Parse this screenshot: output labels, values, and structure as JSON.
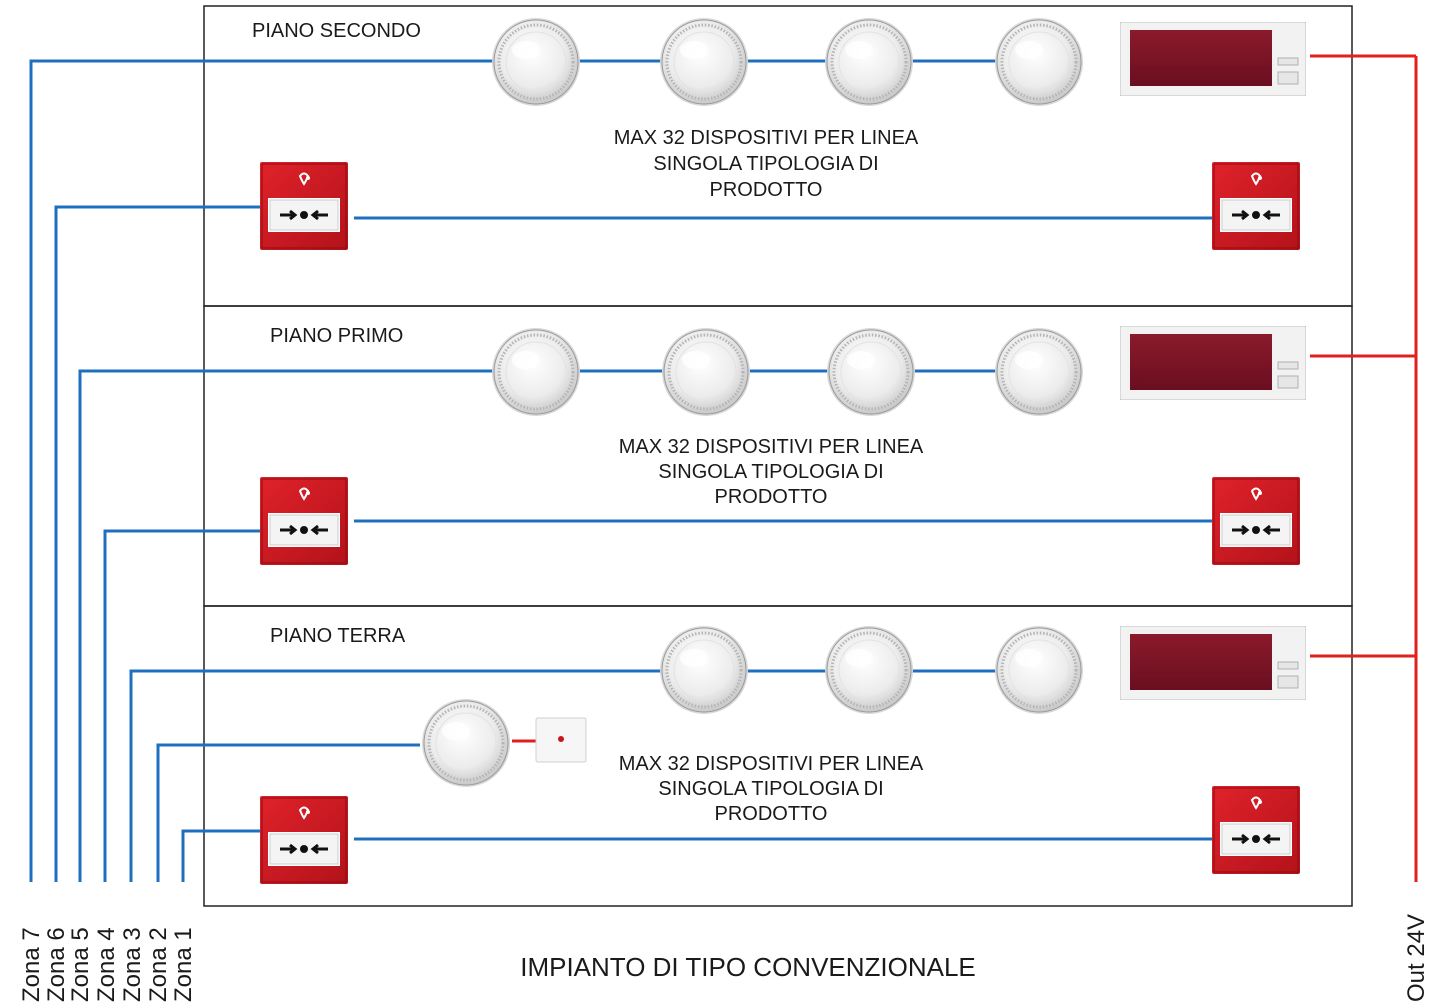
{
  "colors": {
    "bus_line": "#1f6fc0",
    "power_line": "#e0201c",
    "frame": "#222222",
    "call_point_red": "#c8161d",
    "panel_red": "#7d1226"
  },
  "floors": [
    {
      "label": "PIANO SECONDO",
      "note": [
        "MAX 32 DISPOSITIVI PER LINEA",
        "SINGOLA TIPOLOGIA DI",
        "PRODOTTO"
      ]
    },
    {
      "label": "PIANO PRIMO",
      "note": [
        "MAX 32 DISPOSITIVI PER LINEA",
        "SINGOLA TIPOLOGIA DI",
        "PRODOTTO"
      ]
    },
    {
      "label": "PIANO TERRA",
      "note": [
        "MAX 32 DISPOSITIVI PER LINEA",
        "SINGOLA TIPOLOGIA DI",
        "PRODOTTO"
      ]
    }
  ],
  "zones": [
    "Zona 7",
    "Zona 6",
    "Zona 5",
    "Zona 4",
    "Zona 3",
    "Zona 2",
    "Zona 1"
  ],
  "power_label": "Out 24V",
  "footer_title": "IMPIANTO DI TIPO CONVENZIONALE",
  "icons": {
    "detector": "smoke-detector-icon",
    "call_point": "manual-call-point-icon",
    "panel": "repeater-panel-icon",
    "indicator": "remote-indicator-icon"
  }
}
